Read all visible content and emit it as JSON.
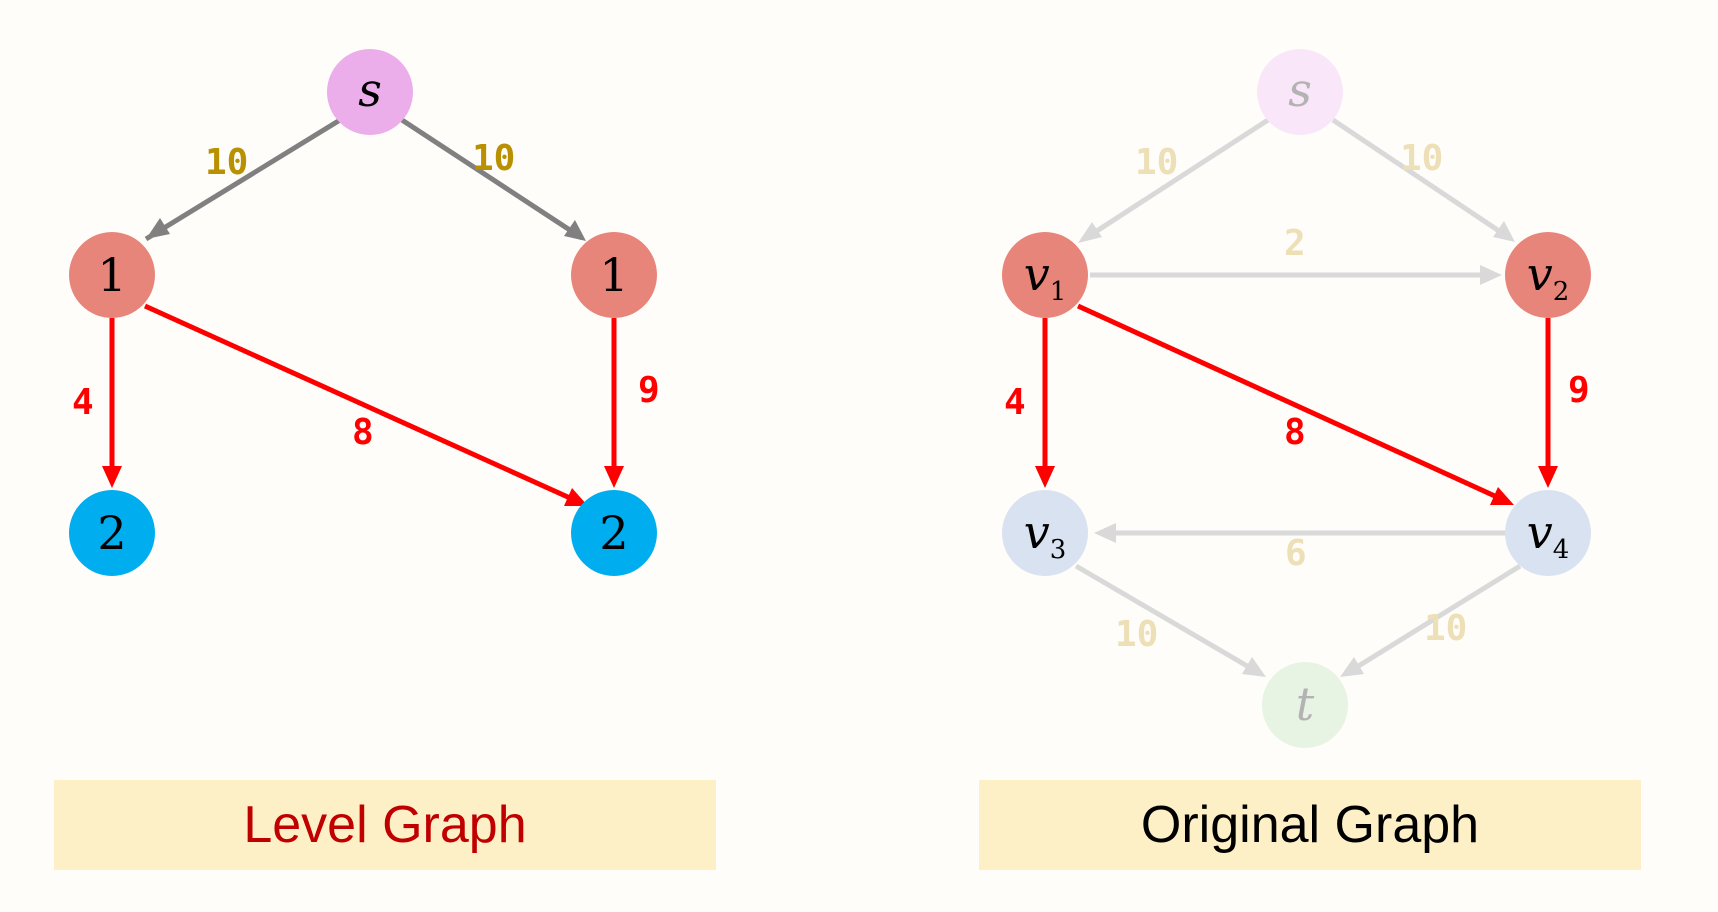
{
  "colors": {
    "source": "#ebaeeb",
    "level1": "#e8857a",
    "level2_blue": "#00aeef",
    "level2_gray": "#d9e2f1",
    "sink": "#e7f3e3",
    "edge_gray": "#808080",
    "edge_red": "#ff0000",
    "capacity_gold": "#b89000",
    "faded_edge": "#d9d9d9",
    "faded_cap": "#ede0b7",
    "caption_bg": "#fdf0c6",
    "left_caption_text": "#c00000",
    "right_caption_text": "#000000"
  },
  "level_graph": {
    "caption": "Level Graph",
    "nodes": {
      "s": "s",
      "a": "1",
      "b": "1",
      "c": "2",
      "d": "2"
    },
    "edges": [
      {
        "from": "s",
        "to": "a",
        "capacity": "10",
        "style": "gray"
      },
      {
        "from": "s",
        "to": "b",
        "capacity": "10",
        "style": "gray"
      },
      {
        "from": "a",
        "to": "c",
        "capacity": "4",
        "style": "red"
      },
      {
        "from": "a",
        "to": "d",
        "capacity": "8",
        "style": "red"
      },
      {
        "from": "b",
        "to": "d",
        "capacity": "9",
        "style": "red"
      }
    ]
  },
  "original_graph": {
    "caption": "Original Graph",
    "nodes": {
      "s": "s",
      "v1": {
        "base": "v",
        "sub": "1"
      },
      "v2": {
        "base": "v",
        "sub": "2"
      },
      "v3": {
        "base": "v",
        "sub": "3"
      },
      "v4": {
        "base": "v",
        "sub": "4"
      },
      "t": "t"
    },
    "edges": [
      {
        "from": "s",
        "to": "v1",
        "capacity": "10",
        "style": "faded"
      },
      {
        "from": "s",
        "to": "v2",
        "capacity": "10",
        "style": "faded"
      },
      {
        "from": "v1",
        "to": "v2",
        "capacity": "2",
        "style": "faded"
      },
      {
        "from": "v1",
        "to": "v3",
        "capacity": "4",
        "style": "red"
      },
      {
        "from": "v1",
        "to": "v4",
        "capacity": "8",
        "style": "red"
      },
      {
        "from": "v2",
        "to": "v4",
        "capacity": "9",
        "style": "red"
      },
      {
        "from": "v4",
        "to": "v3",
        "capacity": "6",
        "style": "faded"
      },
      {
        "from": "v3",
        "to": "t",
        "capacity": "10",
        "style": "faded"
      },
      {
        "from": "v4",
        "to": "t",
        "capacity": "10",
        "style": "faded"
      }
    ]
  }
}
